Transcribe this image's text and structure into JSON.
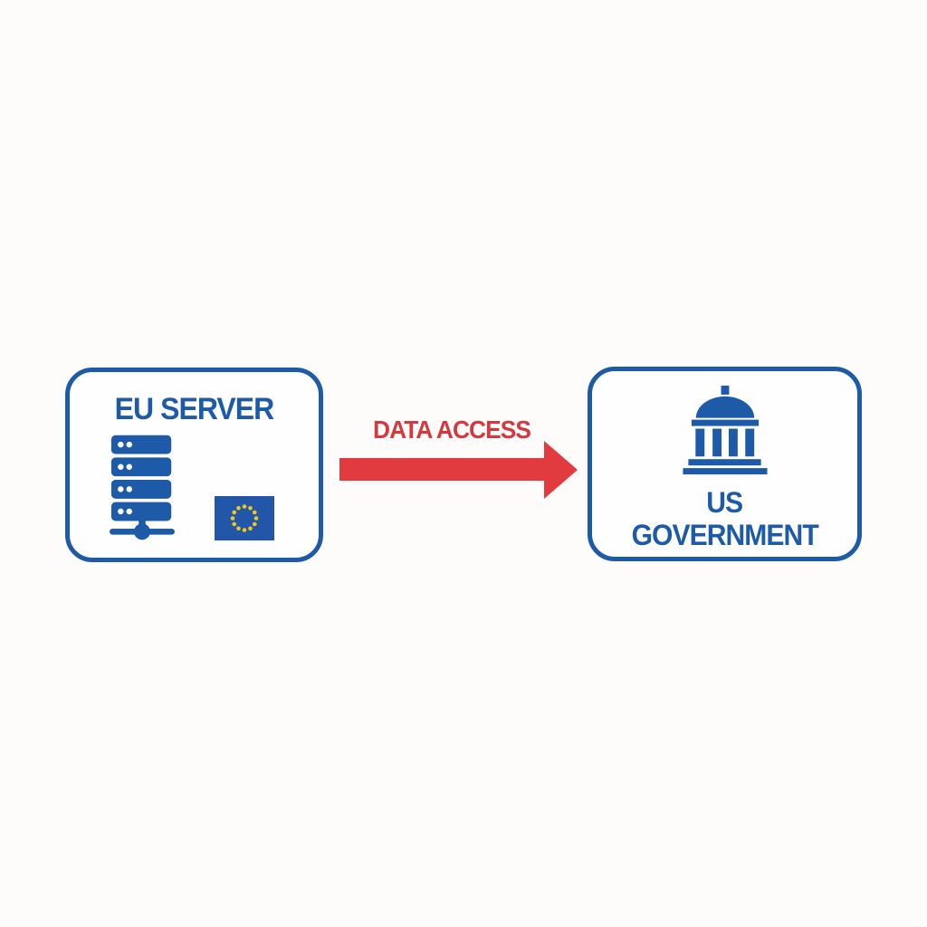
{
  "colors": {
    "background": "#fdfcfb",
    "box_background": "#fffefe",
    "blue": "#1d5aa7",
    "flag_blue": "#2156a8",
    "star_yellow": "#f2c71d",
    "arrow_red": "#e23b3f",
    "label_red": "#d6383d"
  },
  "left_box": {
    "title": "EU SERVER",
    "icons": [
      "server-stack-icon",
      "eu-flag-icon"
    ]
  },
  "arrow": {
    "label": "DATA ACCESS",
    "direction": "right"
  },
  "right_box": {
    "icon": "government-building-icon",
    "title_line1": "US",
    "title_line2": "GOVERNMENT"
  }
}
